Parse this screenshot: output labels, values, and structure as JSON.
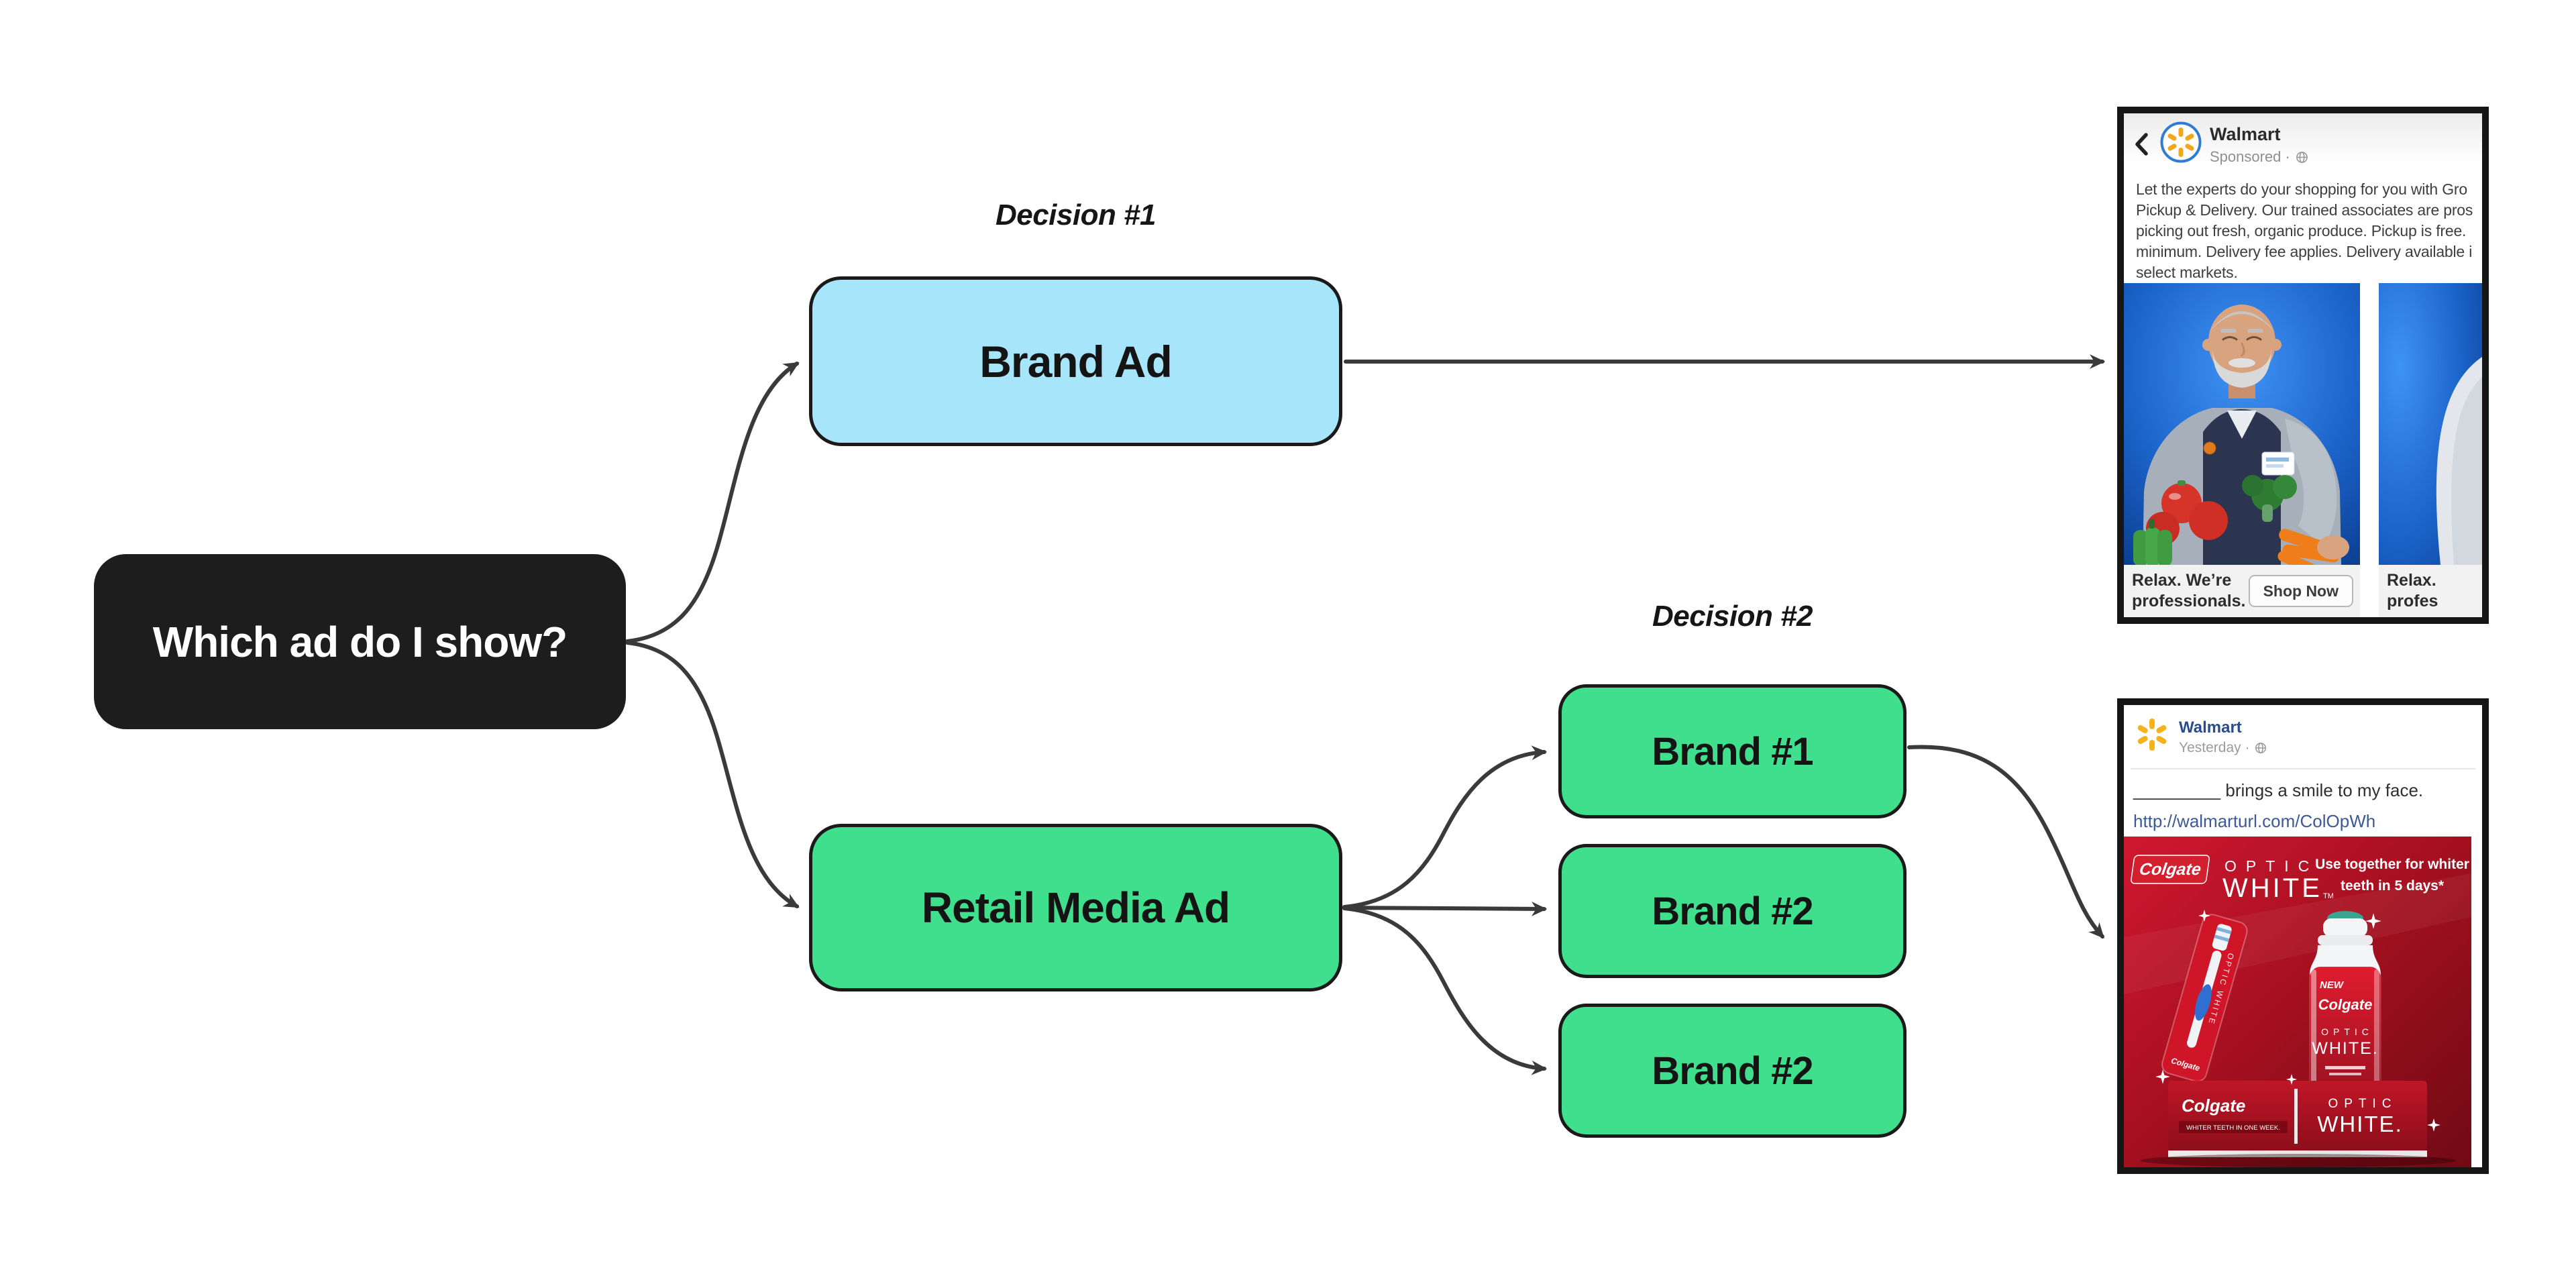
{
  "diagram": {
    "root_label": "Which ad do I show?",
    "decision1_label": "Decision #1",
    "decision2_label": "Decision #2",
    "brand_ad_label": "Brand Ad",
    "retail_media_ad_label": "Retail Media Ad",
    "brand_options": [
      "Brand #1",
      "Brand #2",
      "Brand #2"
    ],
    "colors": {
      "node_black": "#1d1d1d",
      "node_blue": "#a7e5fa",
      "node_green": "#40df8e",
      "node_border": "#1a1a1a",
      "arrow": "#3a3a3a"
    }
  },
  "brand_ad_preview": {
    "advertiser": "Walmart",
    "sponsored_label": "Sponsored ·",
    "body_lines": [
      "Let the experts do your shopping for you with Gro",
      "Pickup & Delivery. Our trained associates are pros",
      "picking out fresh, organic produce. Pickup is free.",
      "minimum. Delivery fee applies. Delivery available i",
      "select markets."
    ],
    "caption_line1": "Relax. We’re",
    "caption_line2": "professionals.",
    "cta_label": "Shop Now",
    "partial_caption_line1": "Relax.",
    "partial_caption_line2": "profes"
  },
  "retail_ad_preview": {
    "advertiser": "Walmart",
    "time_label": "Yesterday ·",
    "caption": "_________ brings a smile to my face.",
    "link": "http://walmarturl.com/ColOpWh",
    "creative": {
      "brand": "Colgate",
      "product_word1": "OPTIC",
      "product_word2": "WHITE",
      "trademark": "TM",
      "claim_line1": "Use together for whiter",
      "claim_line2": "teeth in 5 days*",
      "bottle_new": "NEW",
      "bottle_brand": "Colgate",
      "bottle_word1": "OPTIC",
      "bottle_word2": "WHITE.",
      "box_brand": "Colgate",
      "box_word1": "OPTIC",
      "box_word2": "WHITE.",
      "box_small_text": "WHITER TEETH IN ONE WEEK.",
      "brush_side_text": "OPTIC WHITE",
      "brush_brand": "Colgate",
      "colgate_red": "#c41425",
      "walmart_yellow": "#f6b21b",
      "walmart_blue": "#2a4c8f",
      "link_blue": "#3b5998"
    }
  }
}
